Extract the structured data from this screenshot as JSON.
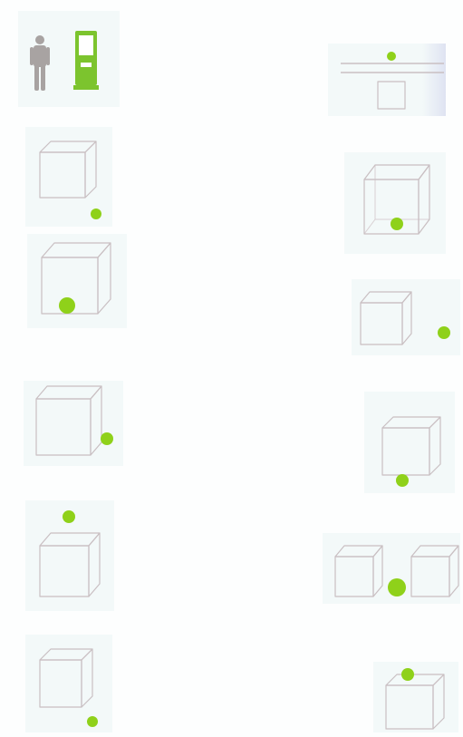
{
  "colors": {
    "page_background": "#fdfefe",
    "tile_background": "#f3f9f9",
    "cube_outline": "#c9bfc2",
    "dot_green": "#8fd11a",
    "person_gray": "#a8a3a2",
    "machine_green": "#7cc42e"
  },
  "figures": [
    {
      "id": "person-and-machine",
      "icon": "person-beside-green-machine"
    },
    {
      "id": "dot-above-line",
      "icon": "dot-above-horizontal-line-with-box-below"
    },
    {
      "id": "dot-bottom-right-outside",
      "relation": "beside-lower-right"
    },
    {
      "id": "dot-inside-cube",
      "relation": "inside"
    },
    {
      "id": "dot-front-bottom-left",
      "relation": "in-front-lower-left"
    },
    {
      "id": "dot-right-outside",
      "relation": "right-of"
    },
    {
      "id": "dot-on-right-side",
      "relation": "touching-right-side"
    },
    {
      "id": "dot-below-cube",
      "relation": "under"
    },
    {
      "id": "dot-above-cube",
      "relation": "above"
    },
    {
      "id": "dot-between-cubes",
      "relation": "between"
    },
    {
      "id": "dot-bottom-right-outside-2",
      "relation": "beside-lower-right"
    },
    {
      "id": "dot-on-top-of-cube",
      "relation": "on-top"
    }
  ]
}
